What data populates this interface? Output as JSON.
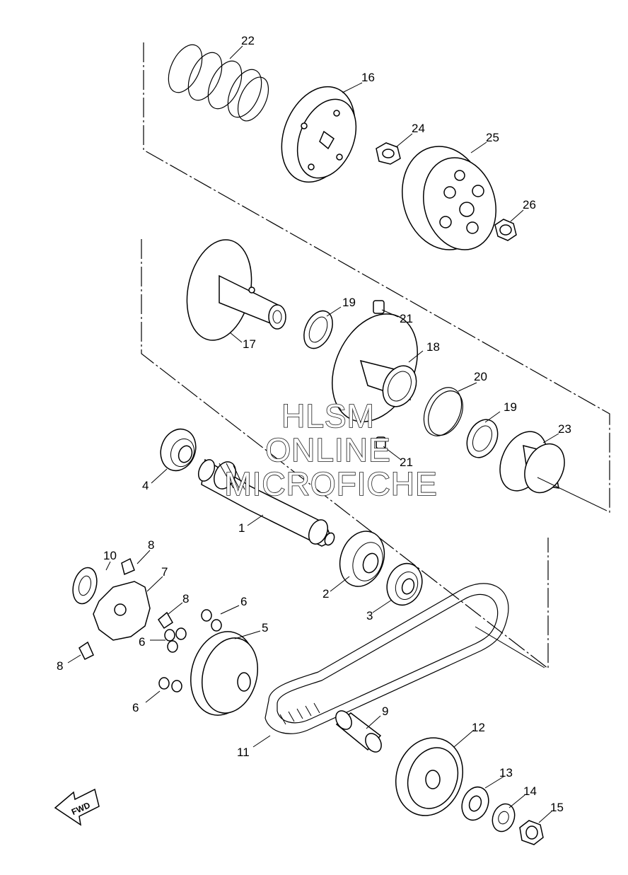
{
  "watermark": {
    "line1": "HLSM",
    "line2": "ONLINE",
    "line3": "MICROFICHE"
  },
  "fwd_label": "FWD",
  "callouts": {
    "n1": "1",
    "n2": "2",
    "n3": "3",
    "n4": "4",
    "n5": "5",
    "n6a": "6",
    "n6b": "6",
    "n6c": "6",
    "n7": "7",
    "n8a": "8",
    "n8b": "8",
    "n8c": "8",
    "n9": "9",
    "n10": "10",
    "n11": "11",
    "n12": "12",
    "n13": "13",
    "n14": "14",
    "n15": "15",
    "n16": "16",
    "n17": "17",
    "n18": "18",
    "n19a": "19",
    "n19b": "19",
    "n20": "20",
    "n21a": "21",
    "n21b": "21",
    "n22": "22",
    "n23": "23",
    "n24": "24",
    "n25": "25",
    "n26": "26"
  }
}
